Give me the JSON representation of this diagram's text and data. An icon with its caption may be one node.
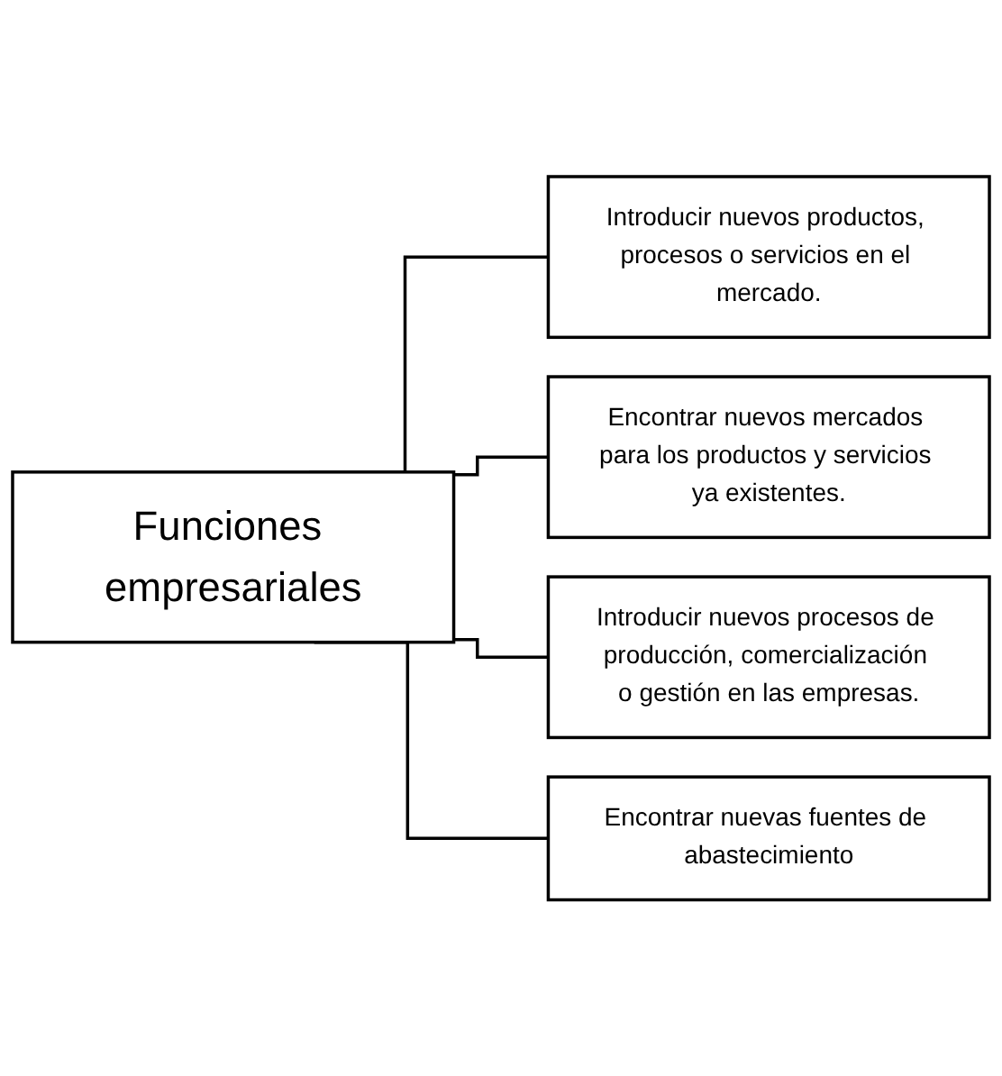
{
  "diagram": {
    "nodes": [
      {
        "text": [
          "Funciones empresariales"
        ]
      },
      {
        "text": [
          "Introducir nuevos productos, procesos o servicios en el mercado."
        ]
      },
      {
        "text": [
          "Encontrar nuevos mercados para los productos y servicios ya existentes."
        ]
      },
      {
        "text": [
          "Introducir nuevos procesos de producción, comercialización o gestión en las empresas."
        ]
      },
      {
        "text": [
          "Encontrar nuevas fuentes de abastecimiento"
        ]
      }
    ],
    "edges": [
      {
        "from": 0,
        "to": 1,
        "arrow": "none"
      },
      {
        "from": 0,
        "to": 2,
        "arrow": "none"
      },
      {
        "from": 0,
        "to": 3,
        "arrow": "none"
      },
      {
        "from": 0,
        "to": 4,
        "arrow": "none"
      }
    ]
  }
}
